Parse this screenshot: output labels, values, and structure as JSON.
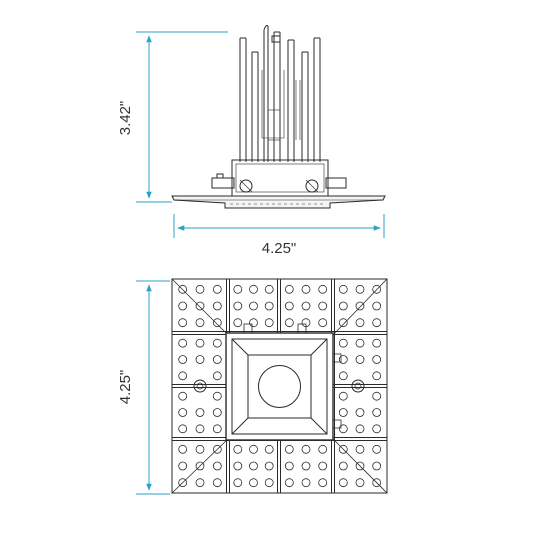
{
  "dimensions": {
    "side_height": "3.42\"",
    "width": "4.25\"",
    "plan_height": "4.25\""
  },
  "colors": {
    "dimension_line": "#2aa3c4",
    "line_art": "#2a2a2a",
    "dimension_text": "#333333"
  }
}
